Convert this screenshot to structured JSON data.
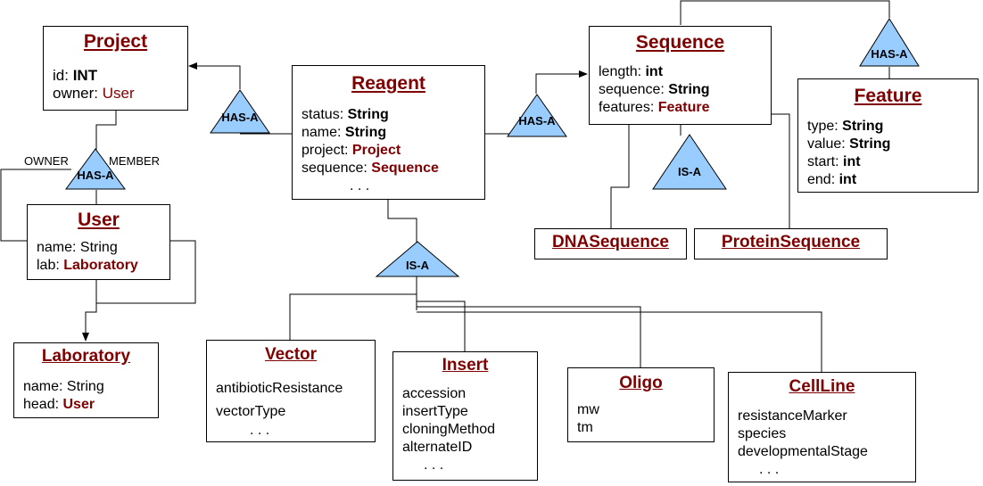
{
  "entities": {
    "project": {
      "title": "Project",
      "fields": [
        {
          "name": "id: ",
          "type": "INT"
        },
        {
          "name": "owner: ",
          "ref": "User"
        }
      ]
    },
    "reagent": {
      "title": "Reagent",
      "fields": [
        {
          "name": "status: ",
          "type": "String"
        },
        {
          "name": "name: ",
          "type": "String"
        },
        {
          "name": "project: ",
          "ref": "Project"
        },
        {
          "name": "sequence: ",
          "ref": "Sequence"
        }
      ],
      "more": ". . ."
    },
    "sequence": {
      "title": "Sequence",
      "fields": [
        {
          "name": "length: ",
          "type": "int"
        },
        {
          "name": "sequence: ",
          "type": "String"
        },
        {
          "name": "features: ",
          "ref": "Feature"
        }
      ]
    },
    "feature": {
      "title": "Feature",
      "fields": [
        {
          "name": "type: ",
          "type": "String"
        },
        {
          "name": "value: ",
          "type": "String"
        },
        {
          "name": "start: ",
          "type": "int"
        },
        {
          "name": "end: ",
          "type": "int"
        }
      ]
    },
    "user": {
      "title": "User",
      "fields": [
        {
          "name": "name: String"
        },
        {
          "name": "lab: ",
          "ref": "Laboratory"
        }
      ]
    },
    "laboratory": {
      "title": "Laboratory",
      "fields": [
        {
          "name": "name: String"
        },
        {
          "name": "head: ",
          "ref": "User"
        }
      ]
    },
    "dnasequence": {
      "title": "DNASequence"
    },
    "proteinsequence": {
      "title": "ProteinSequence"
    },
    "vector": {
      "title": "Vector",
      "fields": [
        {
          "name": "antibioticResistance"
        },
        {
          "name": "vectorType"
        }
      ],
      "more": ". . ."
    },
    "insert": {
      "title": "Insert",
      "fields": [
        {
          "name": "accession"
        },
        {
          "name": "insertType"
        },
        {
          "name": "cloningMethod"
        },
        {
          "name": "alternateID"
        }
      ],
      "more": ". . ."
    },
    "oligo": {
      "title": "Oligo",
      "fields": [
        {
          "name": "mw"
        },
        {
          "name": "tm"
        }
      ]
    },
    "cellline": {
      "title": "CellLine",
      "fields": [
        {
          "name": "resistanceMarker"
        },
        {
          "name": "species"
        },
        {
          "name": "developmentalStage"
        }
      ],
      "more": ". . ."
    }
  },
  "relations": {
    "reagent_project": "HAS-A",
    "reagent_sequence": "HAS-A",
    "sequence_feature": "HAS-A",
    "project_user": "HAS-A",
    "sequence_isa": "IS-A",
    "reagent_isa": "IS-A",
    "owner_label": "OWNER",
    "member_label": "MEMBER"
  },
  "colors": {
    "entity_title": "#7f0000",
    "triangle_fill": "#99ccff",
    "line": "#000000"
  }
}
